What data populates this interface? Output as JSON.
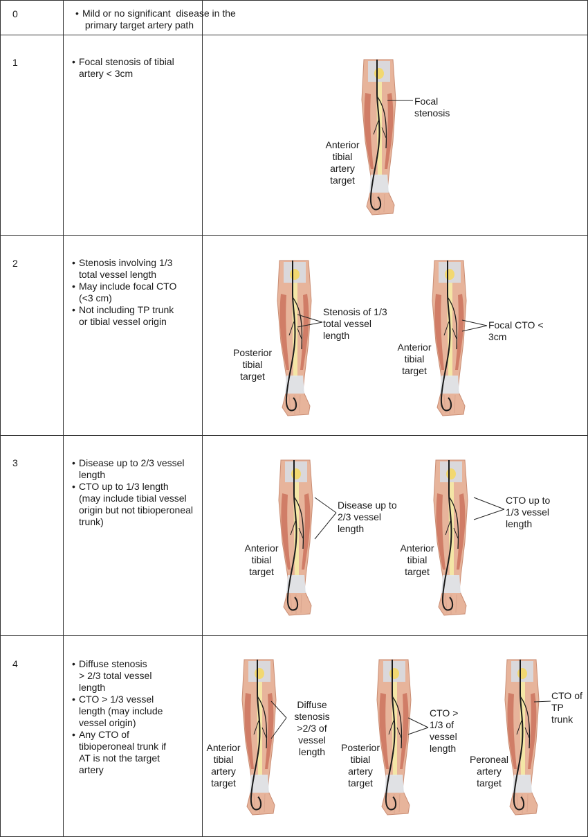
{
  "rows": [
    {
      "grade": "0",
      "criteria": [
        "Mild or no significant  disease in the\n primary target artery path"
      ],
      "figures": []
    },
    {
      "grade": "1",
      "criteria": [
        "Focal stenosis of tibial\nartery < 3cm"
      ],
      "figures": [
        {
          "target": "Anterior\ntibial\nartery\ntarget",
          "lesion": "Focal\nstenosis"
        }
      ]
    },
    {
      "grade": "2",
      "criteria": [
        "Stenosis involving 1/3\ntotal vessel length",
        "May include focal CTO\n(<3 cm)",
        "Not including TP trunk\nor tibial vessel origin"
      ],
      "figures": [
        {
          "target": "Posterior\ntibial\ntarget",
          "lesion": "Stenosis of 1/3\ntotal vessel\nlength"
        },
        {
          "target": "Anterior\ntibial\ntarget",
          "lesion": "Focal CTO <\n3cm"
        }
      ]
    },
    {
      "grade": " 3",
      "criteria": [
        "Disease up to 2/3 vessel\nlength",
        "CTO up to 1/3 length\n(may include tibial vessel\norigin but not tibioperoneal\ntrunk)"
      ],
      "figures": [
        {
          "target": "Anterior\ntibial\ntarget",
          "lesion": "Disease up to\n2/3 vessel\nlength"
        },
        {
          "target": "Anterior\ntibial\ntarget",
          "lesion": "CTO up to\n1/3 vessel\nlength"
        }
      ]
    },
    {
      "grade": "4",
      "criteria": [
        "Diffuse stenosis\n> 2/3 total vessel\nlength",
        "CTO > 1/3 vessel\nlength (may include\nvessel origin)",
        "Any CTO of\ntibioperoneal trunk if\nAT is not the target\nartery"
      ],
      "figures": [
        {
          "target": "Anterior\ntibial\nartery\ntarget",
          "lesion": "Diffuse\nstenosis\n>2/3 of\nvessel\nlength"
        },
        {
          "target": "Posterior\ntibial\nartery\ntarget",
          "lesion": "CTO >\n1/3 of\nvessel\nlength"
        },
        {
          "target": "Peroneal\nartery\ntarget",
          "lesion": "CTO of\nTP\ntrunk"
        }
      ]
    }
  ]
}
